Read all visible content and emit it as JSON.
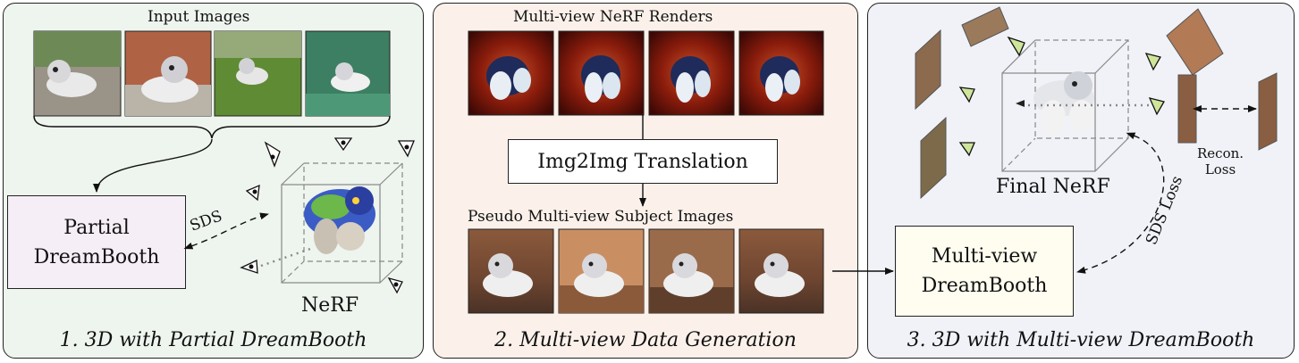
{
  "colors": {
    "panel1_bg": "#eef4ee",
    "panel2_bg": "#fbf1ea",
    "panel3_bg": "#f0f2f7",
    "partial_box_bg": "#f6eef6",
    "multiview_box_bg": "#fffdf0"
  },
  "panel1": {
    "input_label": "Input Images",
    "partial_box": {
      "line1": "Partial",
      "line2": "DreamBooth"
    },
    "sds_label": "SDS",
    "nerf_label": "NeRF",
    "caption": "1. 3D with Partial DreamBooth"
  },
  "panel2": {
    "renders_label": "Multi-view NeRF Renders",
    "img2img_label": "Img2Img Translation",
    "pseudo_label": "Pseudo Multi-view Subject Images",
    "caption": "2. Multi-view Data Generation"
  },
  "panel3": {
    "final_nerf_label": "Final NeRF",
    "recon_label_line1": "Recon.",
    "recon_label_line2": "Loss",
    "sds_loss_label": "SDS Loss",
    "multiview_box": {
      "line1": "Multi-view",
      "line2": "DreamBooth"
    },
    "caption": "3. 3D with Multi-view DreamBooth"
  },
  "icons": [
    "eye-icon",
    "plush-dog-photo",
    "nerf-cube"
  ]
}
